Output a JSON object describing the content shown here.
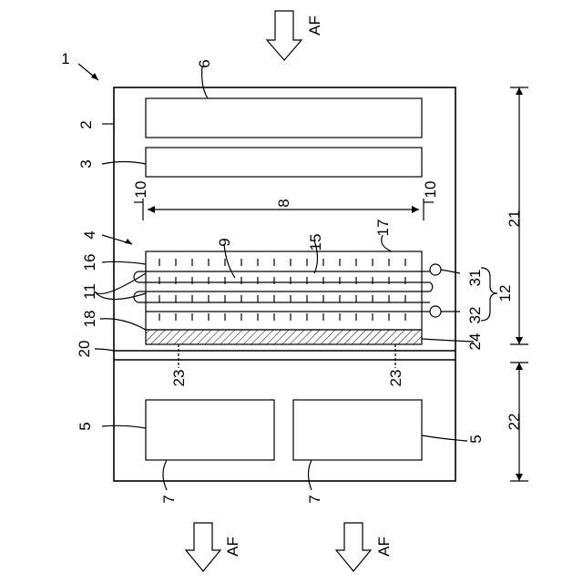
{
  "figure": {
    "airflow_label": "AF",
    "refs": {
      "r1": "1",
      "r2": "2",
      "r3": "3",
      "r4": "4",
      "r5a": "5",
      "r5b": "5",
      "r6": "6",
      "r7a": "7",
      "r7b": "7",
      "r8": "8",
      "r9": "9",
      "r10a": "10",
      "r10b": "10",
      "r11": "11",
      "r12": "12",
      "r15": "15",
      "r16": "16",
      "r17": "17",
      "r18": "18",
      "r20": "20",
      "r21": "21",
      "r22": "22",
      "r23a": "23",
      "r23b": "23",
      "r24": "24",
      "r31": "31",
      "r32": "32"
    }
  }
}
